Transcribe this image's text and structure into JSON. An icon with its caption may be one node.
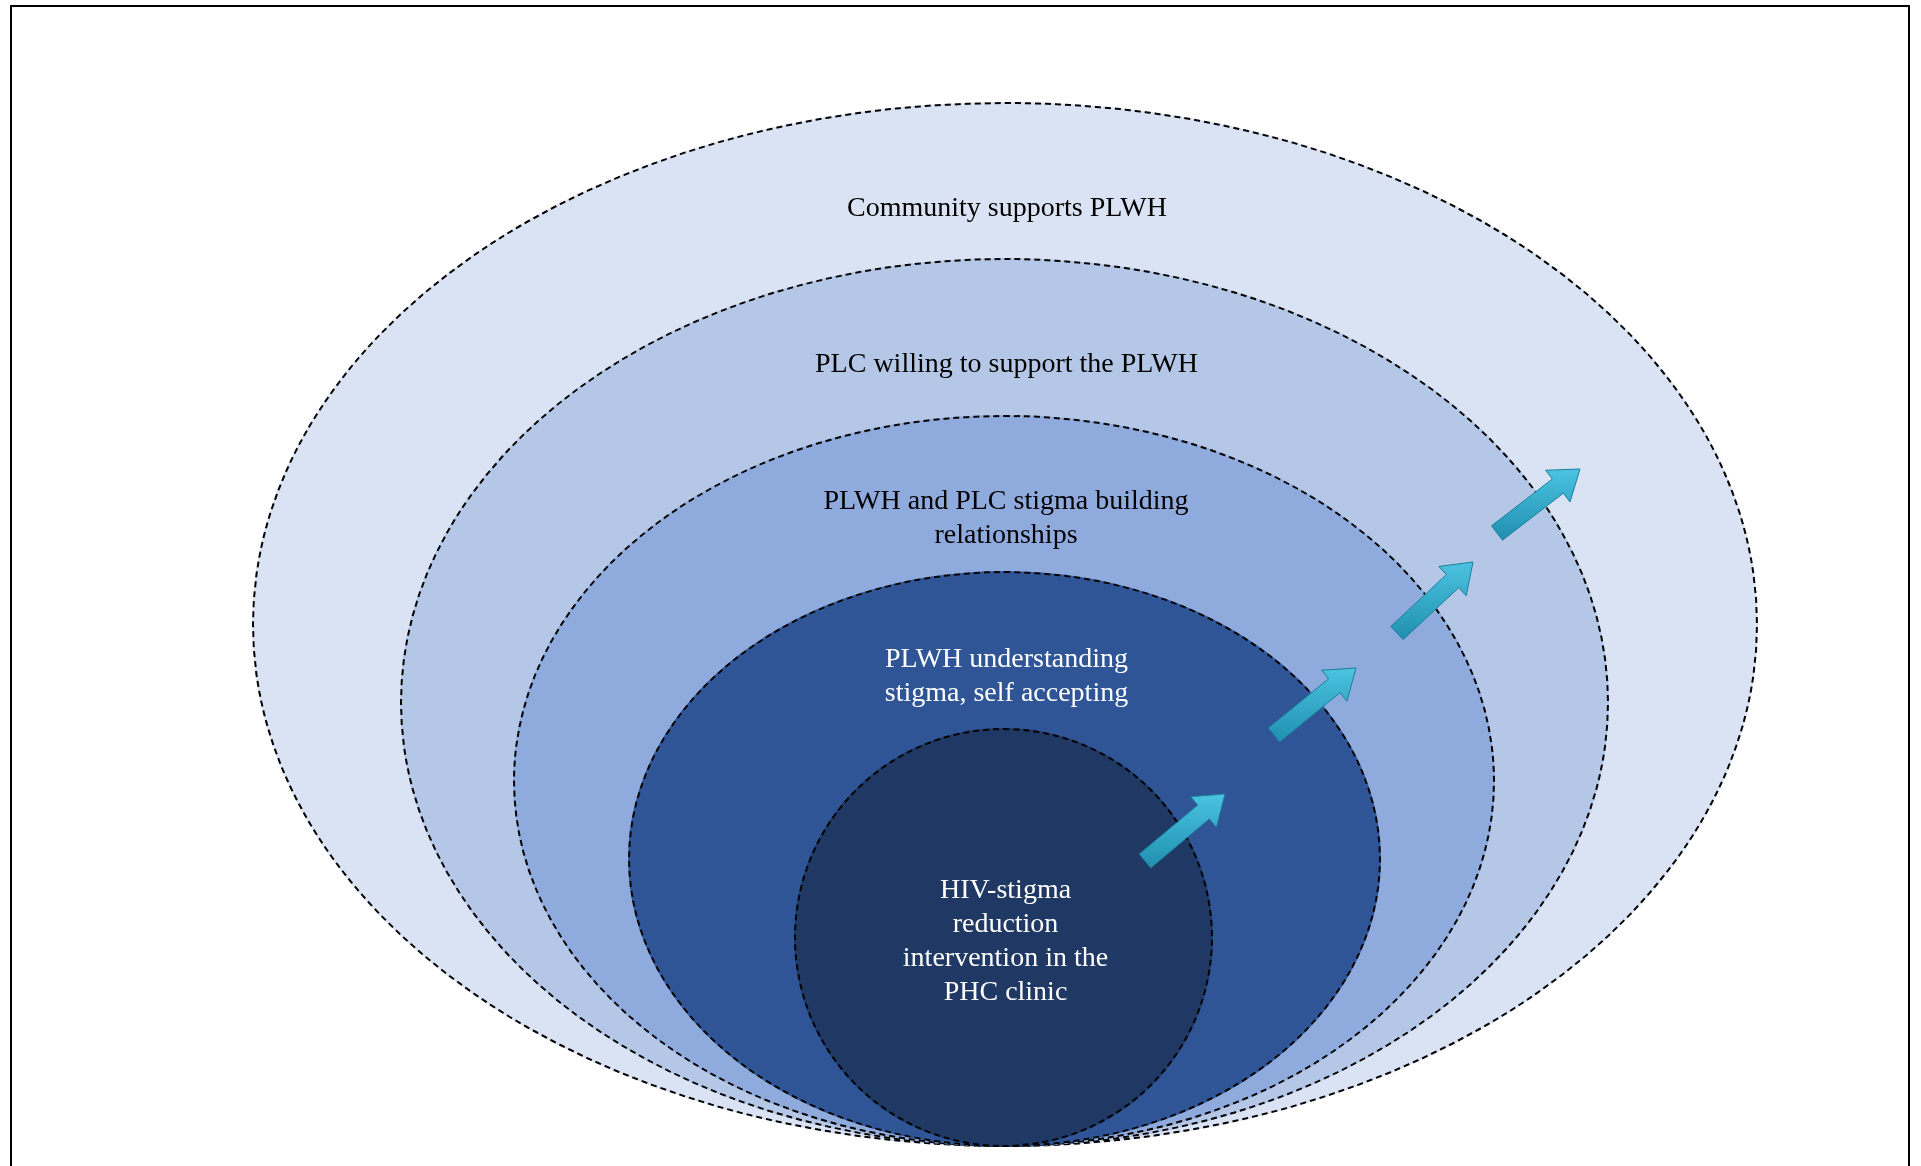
{
  "diagram": {
    "nodes": [
      {
        "text": [
          "Community supports PLWH"
        ]
      },
      {
        "text": [
          "PLC willing to support the PLWH"
        ],
        "in": 0
      },
      {
        "text": [
          "PLWH and PLC stigma building relationships"
        ],
        "in": 1
      },
      {
        "text": [
          "PLWH understanding stigma, self accepting"
        ],
        "in": 2
      },
      {
        "text": [
          "HIV-stigma reduction intervention in the PHC clinic"
        ],
        "in": 3
      }
    ]
  }
}
